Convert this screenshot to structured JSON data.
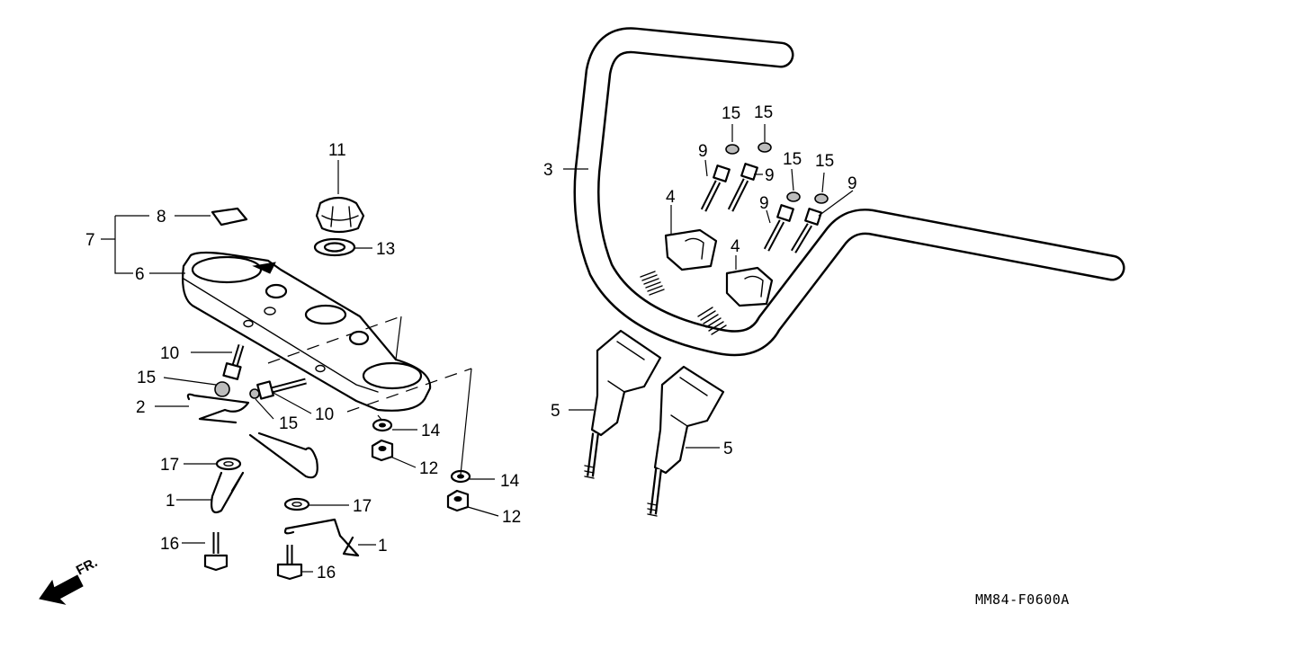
{
  "diagram_code": "MM84-F0600A",
  "front_marker": "FR.",
  "callouts": {
    "c1a": "1",
    "c1b": "1",
    "c2": "2",
    "c3": "3",
    "c4a": "4",
    "c4b": "4",
    "c5a": "5",
    "c5b": "5",
    "c6": "6",
    "c7": "7",
    "c8": "8",
    "c9a": "9",
    "c9b": "9",
    "c9c": "9",
    "c9d": "9",
    "c10a": "10",
    "c10b": "10",
    "c11": "11",
    "c12a": "12",
    "c12b": "12",
    "c13": "13",
    "c14a": "14",
    "c14b": "14",
    "c15a": "15",
    "c15b": "15",
    "c15c": "15",
    "c15d": "15",
    "c15e": "15",
    "c15f": "15",
    "c16a": "16",
    "c16b": "16",
    "c17a": "17",
    "c17b": "17"
  }
}
